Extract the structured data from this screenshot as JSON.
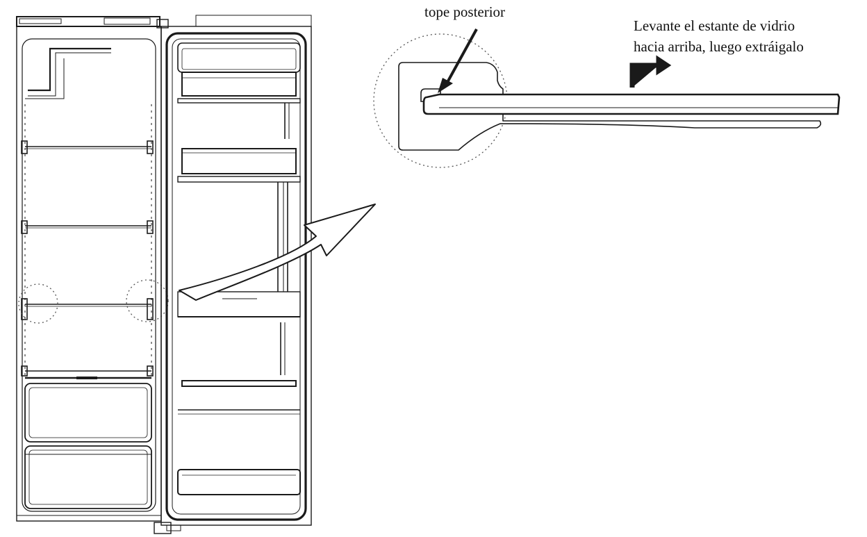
{
  "labels": {
    "rear_stop": "tope posterior",
    "instruction_line1": "Levante el estante de vidrio",
    "instruction_line2": "hacia arriba, luego extráigalo"
  },
  "colors": {
    "line": "#1a1a1a",
    "background": "#ffffff",
    "dotted": "#555555"
  }
}
